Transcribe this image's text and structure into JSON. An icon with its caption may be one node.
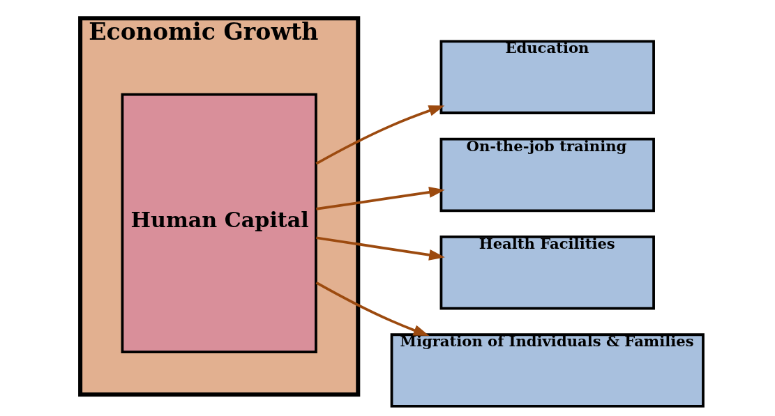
{
  "diagram": {
    "nodes": [
      {
        "text": [
          "Economic Growth"
        ]
      },
      {
        "text": [
          "Human Capital"
        ],
        "in": 0
      },
      {
        "text": [
          "Education"
        ]
      },
      {
        "text": [
          "On-the-job training"
        ]
      },
      {
        "text": [
          "Health Facilities"
        ]
      },
      {
        "text": [
          "Migration of Individuals & Families"
        ]
      }
    ],
    "edges": [
      {
        "from": 1,
        "to": 2,
        "arrow": "to"
      },
      {
        "from": 1,
        "to": 3,
        "arrow": "to"
      },
      {
        "from": 1,
        "to": 4,
        "arrow": "to"
      },
      {
        "from": 1,
        "to": 5,
        "arrow": "to"
      }
    ]
  }
}
